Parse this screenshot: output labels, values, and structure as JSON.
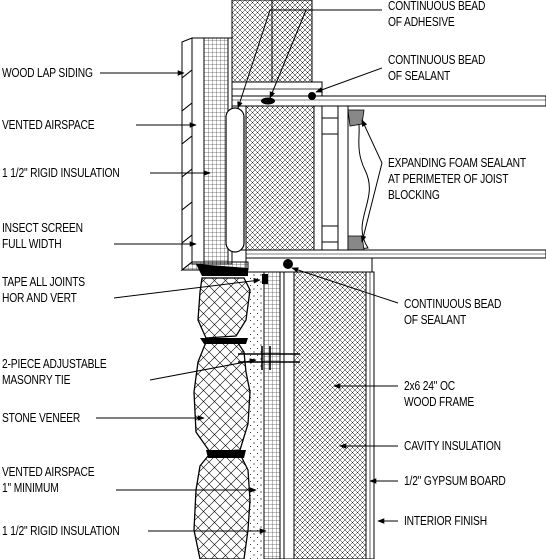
{
  "labels": {
    "wood_lap_siding": "WOOD LAP SIDING",
    "vented_airspace_top": "VENTED AIRSPACE",
    "rigid_insulation_top": "1 1/2\" RIGID INSULATION",
    "insect_screen": "INSECT SCREEN\nFULL WIDTH",
    "tape_joints": "TAPE ALL JOINTS\nHOR AND VERT",
    "masonry_tie": "2-PIECE ADJUSTABLE\nMASONRY TIE",
    "stone_veneer": "STONE VENEER",
    "vented_airspace_bottom": "VENTED AIRSPACE\n1\" MINIMUM",
    "rigid_insulation_bottom": "1 1/2\" RIGID INSULATION",
    "bead_adhesive": "CONTINUOUS BEAD\nOF ADHESIVE",
    "bead_sealant_top": "CONTINUOUS BEAD\nOF SEALANT",
    "foam_sealant": "EXPANDING FOAM SEALANT\nAT PERIMETER OF JOIST\nBLOCKING",
    "bead_sealant_mid": "CONTINUOUS BEAD\nOF SEALANT",
    "wood_frame": "2x6 24\" OC\nWOOD FRAME",
    "cavity_insulation": "CAVITY INSULATION",
    "gypsum_board": "1/2\" GYPSUM BOARD",
    "interior_finish": "INTERIOR FINISH"
  }
}
